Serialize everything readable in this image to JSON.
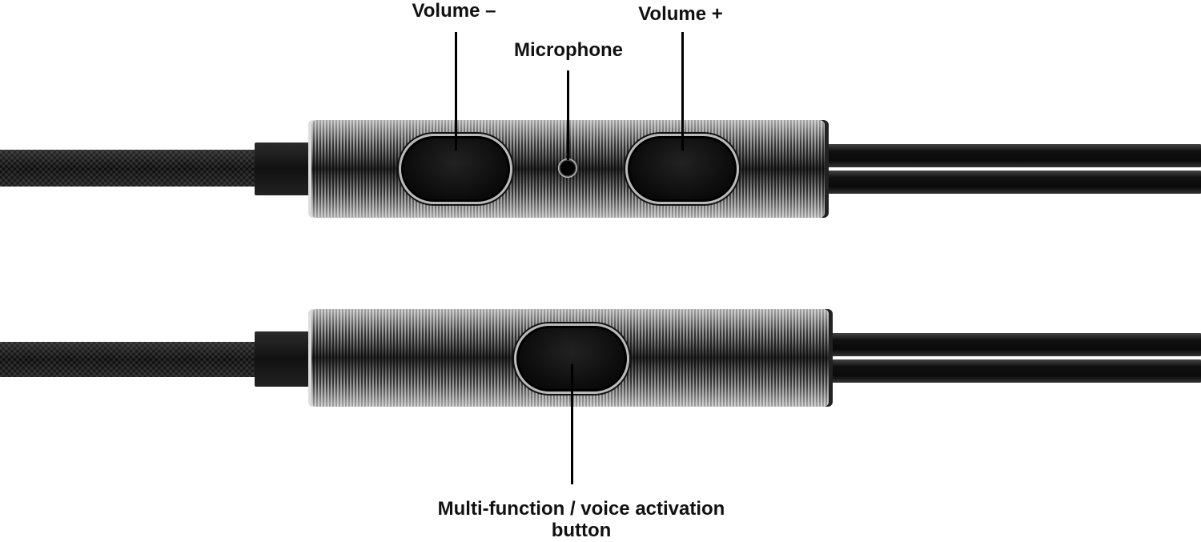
{
  "labels": {
    "volume_down": "Volume –",
    "microphone": "Microphone",
    "volume_up": "Volume +",
    "multifunction_line1": "Multi-function / voice activation",
    "multifunction_line2": "button"
  }
}
